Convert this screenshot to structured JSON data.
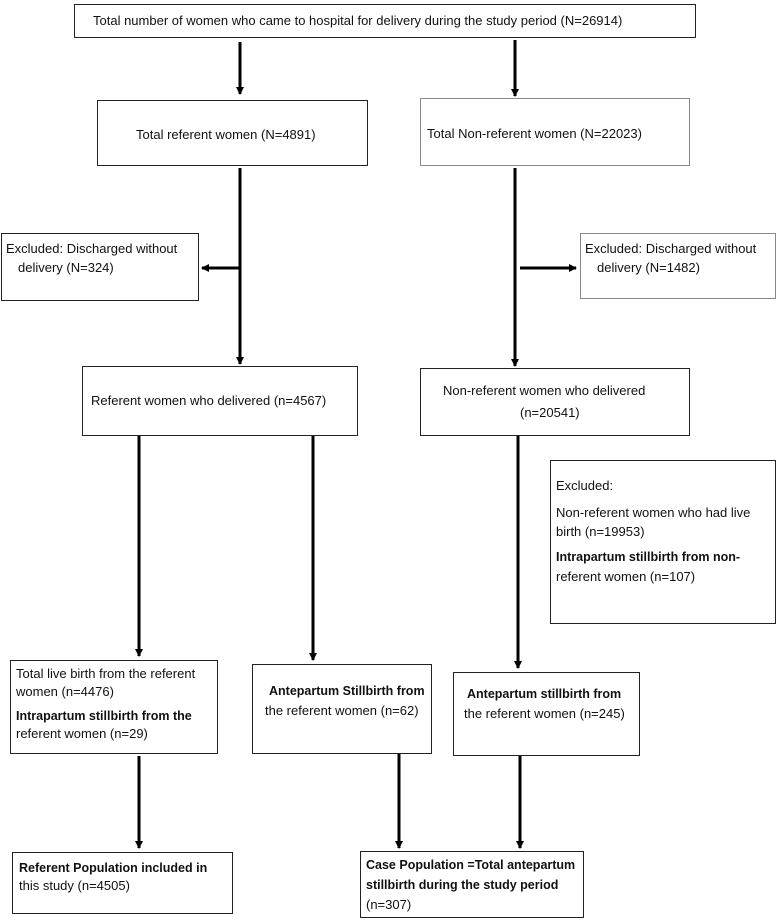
{
  "top_box": "Total number of women who came to hospital for delivery during the study period (N=26914)",
  "referent_total": "Total referent women (N=4891)",
  "nonreferent_total": "Total Non-referent women (N=22023)",
  "excluded_referent": {
    "line1": "Excluded: Discharged without",
    "line2": "delivery (N=324)"
  },
  "excluded_nonreferent": {
    "line1": "Excluded: Discharged without",
    "line2": "delivery (N=1482)"
  },
  "referent_delivered": "Referent women who delivered (n=4567)",
  "nonreferent_delivered": {
    "line1": "Non-referent women who delivered",
    "line2": "(n=20541)"
  },
  "excluded_livebirth": {
    "title": "Excluded:",
    "line1": "Non-referent women who had live",
    "line2": "birth (n=19953)",
    "line3": "Intrapartum stillbirth from non-",
    "line4": "referent women (n=107)"
  },
  "referent_livebirth": {
    "line1": "Total live birth from the referent",
    "line2": "women (n=4476)",
    "line3": "Intrapartum stillbirth from the",
    "line4": "referent women (n=29)"
  },
  "antepartum_referent": {
    "line1": "Antepartum Stillbirth from",
    "line2": "the referent women (n=62)"
  },
  "antepartum_nonreferent": {
    "line1": "Antepartum stillbirth from",
    "line2": "the referent women (n=245)"
  },
  "referent_population": {
    "line1": "Referent Population included in",
    "line2": "this study (n=4505)"
  },
  "case_population": {
    "line1": "Case Population =Total antepartum",
    "line2": "stillbirth during the study period",
    "line3": "(n=307)"
  }
}
